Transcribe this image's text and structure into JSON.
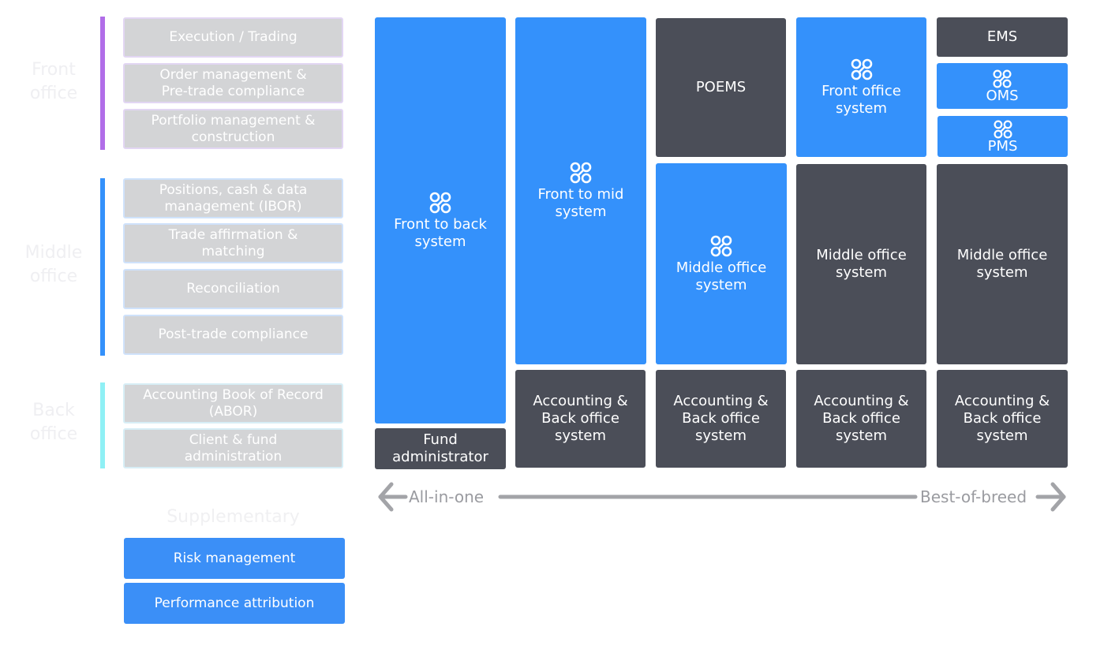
{
  "groups": [
    {
      "label": "Front\noffice",
      "color": "#b16de8"
    },
    {
      "label": "Middle\noffice",
      "color": "#3491fb"
    },
    {
      "label": "Back\noffice",
      "color": "#8ff0f5"
    }
  ],
  "functions": {
    "execution": "Execution / Trading",
    "order_mgmt": "Order management &\nPre-trade compliance",
    "portfolio_mgmt": "Portfolio management &\nconstruction",
    "positions": "Positions, cash & data\nmanagement (IBOR)",
    "trade_affirmation": "Trade affirmation &\nmatching",
    "reconciliation": "Reconciliation",
    "post_trade": "Post-trade compliance",
    "abor": "Accounting Book of Record\n(ABOR)",
    "client_fund": "Client & fund\nadministration"
  },
  "supplementary": {
    "title": "Supplementary",
    "risk": "Risk management",
    "performance": "Performance attribution"
  },
  "columns": {
    "c1": {
      "main": "Front to back\nsystem",
      "bottom": "Fund\nadministrator"
    },
    "c2": {
      "main": "Front to mid\nsystem",
      "bottom": "Accounting &\nBack office\nsystem"
    },
    "c3": {
      "top": "POEMS",
      "middle": "Middle office\nsystem",
      "bottom": "Accounting &\nBack office\nsystem"
    },
    "c4": {
      "top": "Front office\nsystem",
      "middle": "Middle office\nsystem",
      "bottom": "Accounting &\nBack office\nsystem"
    },
    "c5": {
      "ems": "EMS",
      "oms": "OMS",
      "pms": "PMS",
      "middle": "Middle office\nsystem",
      "bottom": "Accounting &\nBack office\nsystem"
    }
  },
  "axis": {
    "left": "All-in-one",
    "right": "Best-of-breed"
  },
  "icon_name": "connected-nodes-icon"
}
